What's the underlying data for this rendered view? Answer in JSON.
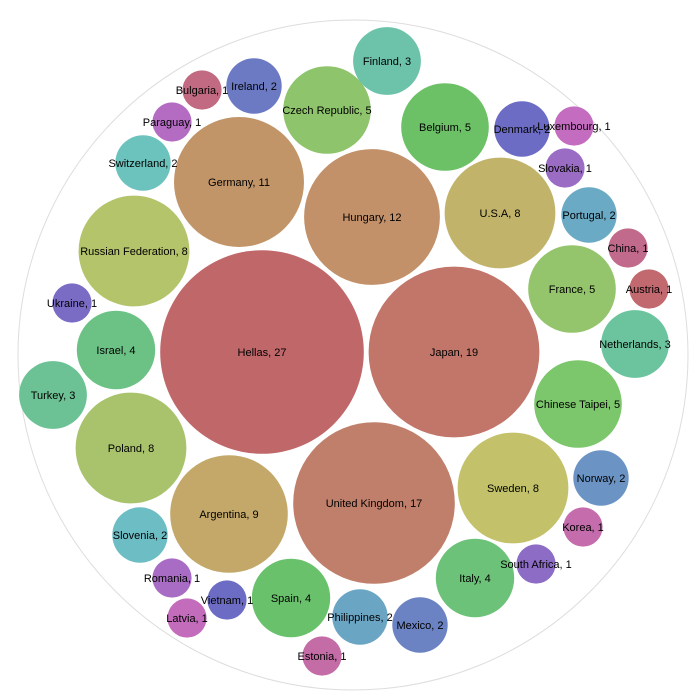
{
  "chart_data": {
    "type": "bubble",
    "values_encoded_as": "circle area",
    "outer_circle": true,
    "bubbles": [
      {
        "label": "Hellas, 27",
        "name": "Hellas",
        "value": 27,
        "color": "#c0676a"
      },
      {
        "label": "Japan, 19",
        "name": "Japan",
        "value": 19,
        "color": "#c2766a"
      },
      {
        "label": "United Kingdom, 17",
        "name": "United Kingdom",
        "value": 17,
        "color": "#c07f6a"
      },
      {
        "label": "Hungary, 12",
        "name": "Hungary",
        "value": 12,
        "color": "#c29069"
      },
      {
        "label": "Germany, 11",
        "name": "Germany",
        "value": 11,
        "color": "#c29569"
      },
      {
        "label": "Argentina, 9",
        "name": "Argentina",
        "value": 9,
        "color": "#c3a869"
      },
      {
        "label": "U.S.A, 8",
        "name": "U.S.A",
        "value": 8,
        "color": "#c1b46a"
      },
      {
        "label": "Sweden, 8",
        "name": "Sweden",
        "value": 8,
        "color": "#c3c26a"
      },
      {
        "label": "Russian Federation, 8",
        "name": "Russian Federation",
        "value": 8,
        "color": "#b3c46b"
      },
      {
        "label": "Poland, 8",
        "name": "Poland",
        "value": 8,
        "color": "#a8c36b"
      },
      {
        "label": "Czech Republic, 5",
        "name": "Czech Republic",
        "value": 5,
        "color": "#8ec46b"
      },
      {
        "label": "France, 5",
        "name": "France",
        "value": 5,
        "color": "#94c46b"
      },
      {
        "label": "Chinese Taipei, 5",
        "name": "Chinese Taipei",
        "value": 5,
        "color": "#7cc66c"
      },
      {
        "label": "Belgium, 5",
        "name": "Belgium",
        "value": 5,
        "color": "#6cc167"
      },
      {
        "label": "Israel, 4",
        "name": "Israel",
        "value": 4,
        "color": "#6cc285"
      },
      {
        "label": "Spain, 4",
        "name": "Spain",
        "value": 4,
        "color": "#69c16c"
      },
      {
        "label": "Italy, 4",
        "name": "Italy",
        "value": 4,
        "color": "#6cc278"
      },
      {
        "label": "Finland, 3",
        "name": "Finland",
        "value": 3,
        "color": "#6cc3aa"
      },
      {
        "label": "Turkey, 3",
        "name": "Turkey",
        "value": 3,
        "color": "#6cc294"
      },
      {
        "label": "Netherlands, 3",
        "name": "Netherlands",
        "value": 3,
        "color": "#6cc49e"
      },
      {
        "label": "Ireland, 2",
        "name": "Ireland",
        "value": 2,
        "color": "#6b7ac3"
      },
      {
        "label": "Switzerland, 2",
        "name": "Switzerland",
        "value": 2,
        "color": "#6cc3bd"
      },
      {
        "label": "Denmark, 2",
        "name": "Denmark",
        "value": 2,
        "color": "#6c6cc5"
      },
      {
        "label": "Portugal, 2",
        "name": "Portugal",
        "value": 2,
        "color": "#6aaac5"
      },
      {
        "label": "Slovenia, 2",
        "name": "Slovenia",
        "value": 2,
        "color": "#6cbdc4"
      },
      {
        "label": "Norway, 2",
        "name": "Norway",
        "value": 2,
        "color": "#6b94c4"
      },
      {
        "label": "Philippines, 2",
        "name": "Philippines",
        "value": 2,
        "color": "#6ba5c4"
      },
      {
        "label": "Mexico, 2",
        "name": "Mexico",
        "value": 2,
        "color": "#6b82c3"
      },
      {
        "label": "Bulgaria, 1",
        "name": "Bulgaria",
        "value": 1,
        "color": "#c26a82"
      },
      {
        "label": "Paraguay, 1",
        "name": "Paraguay",
        "value": 1,
        "color": "#b46cc3"
      },
      {
        "label": "Luxembourg, 1",
        "name": "Luxembourg",
        "value": 1,
        "color": "#c46cc0"
      },
      {
        "label": "Slovakia, 1",
        "name": "Slovakia",
        "value": 1,
        "color": "#9a6cc4"
      },
      {
        "label": "China, 1",
        "name": "China",
        "value": 1,
        "color": "#c26a8c"
      },
      {
        "label": "Austria, 1",
        "name": "Austria",
        "value": 1,
        "color": "#c2686f"
      },
      {
        "label": "Ukraine, 1",
        "name": "Ukraine",
        "value": 1,
        "color": "#7a6cc4"
      },
      {
        "label": "Korea, 1",
        "name": "Korea",
        "value": 1,
        "color": "#c46cac"
      },
      {
        "label": "South Africa, 1",
        "name": "South Africa",
        "value": 1,
        "color": "#8c6cc4"
      },
      {
        "label": "Romania, 1",
        "name": "Romania",
        "value": 1,
        "color": "#a86cc4"
      },
      {
        "label": "Vietnam, 1",
        "name": "Vietnam",
        "value": 1,
        "color": "#6c6cc4"
      },
      {
        "label": "Latvia, 1",
        "name": "Latvia",
        "value": 1,
        "color": "#c46cbc"
      },
      {
        "label": "Estonia, 1",
        "name": "Estonia",
        "value": 1,
        "color": "#c46ca6"
      }
    ]
  }
}
